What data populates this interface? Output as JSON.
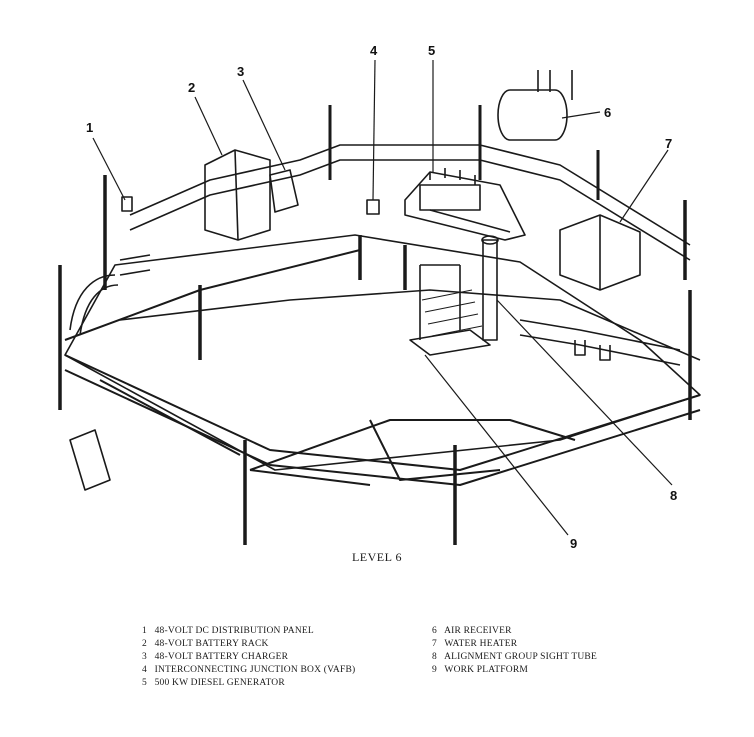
{
  "figure": {
    "callouts": [
      "1",
      "2",
      "3",
      "4",
      "5",
      "6",
      "7",
      "8",
      "9"
    ],
    "caption": "LEVEL 6"
  },
  "legend": {
    "left": [
      {
        "num": "1",
        "label": "48-VOLT DC DISTRIBUTION PANEL"
      },
      {
        "num": "2",
        "label": "48-VOLT BATTERY RACK"
      },
      {
        "num": "3",
        "label": "48-VOLT BATTERY CHARGER"
      },
      {
        "num": "4",
        "label": "INTERCONNECTING JUNCTION BOX (VAFB)"
      },
      {
        "num": "5",
        "label": "500 KW DIESEL GENERATOR"
      }
    ],
    "right": [
      {
        "num": "6",
        "label": "AIR RECEIVER"
      },
      {
        "num": "7",
        "label": "WATER HEATER"
      },
      {
        "num": "8",
        "label": "ALIGNMENT GROUP SIGHT TUBE"
      },
      {
        "num": "9",
        "label": "WORK PLATFORM"
      }
    ]
  }
}
